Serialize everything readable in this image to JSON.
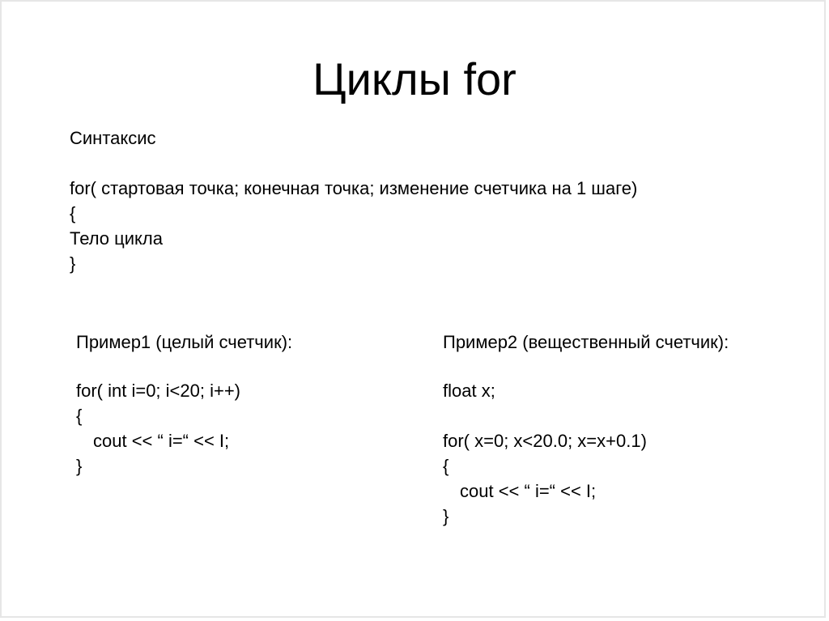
{
  "slide": {
    "title": "Циклы for",
    "syntax": {
      "heading": "Синтаксис",
      "line_for": "for( стартовая точка; конечная точка; изменение счетчика на 1 шаге)",
      "open_brace": "{",
      "body": "Тело цикла",
      "close_brace": "}"
    },
    "example1": {
      "heading": "Пример1 (целый счетчик):",
      "line_for": "for( int i=0; i<20; i++)",
      "open_brace": "{",
      "body": "cout << “ i=“ << I;",
      "close_brace": "}"
    },
    "example2": {
      "heading": "Пример2 (вещественный счетчик):",
      "decl": "float x;",
      "line_for": "for( x=0; x<20.0; x=x+0.1)",
      "open_brace": "{",
      "body": "cout << “ i=“ << I;",
      "close_brace": "}"
    }
  }
}
